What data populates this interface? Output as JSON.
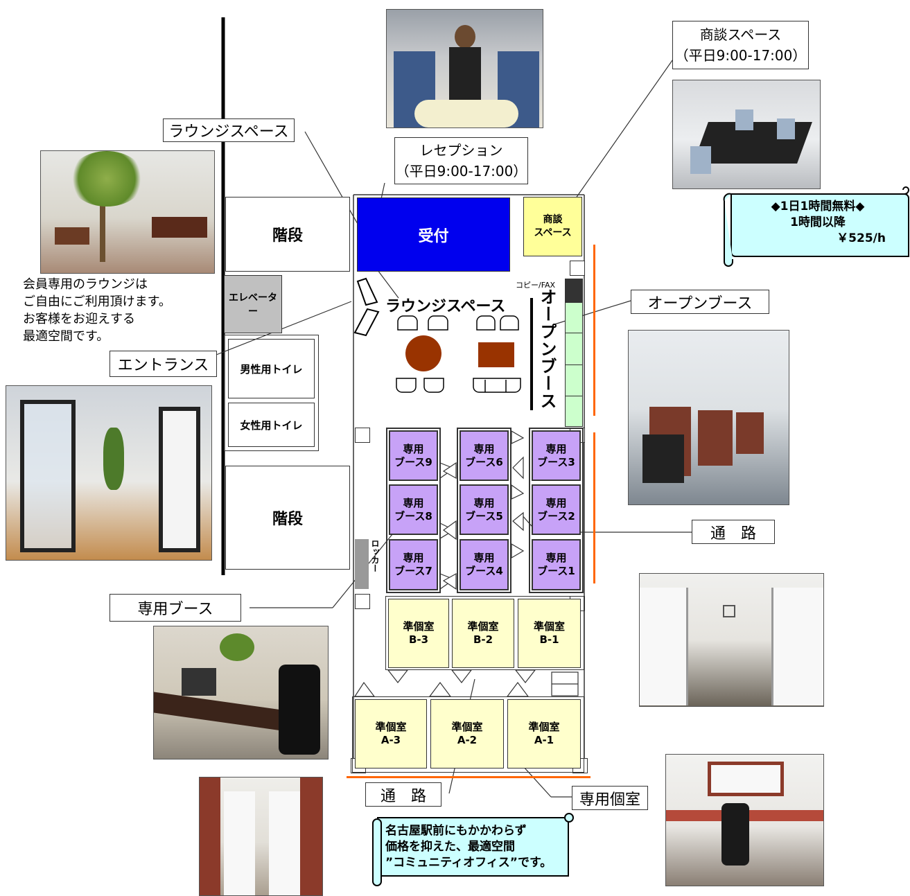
{
  "labels": {
    "lounge_callout": "ラウンジスペース",
    "reception": "レセプション",
    "reception_hours": "（平日9:00-17:00）",
    "meeting_space": "商談スペース",
    "meeting_hours": "（平日9:00-17:00）",
    "open_booth_callout": "オープンブース",
    "entrance": "エントランス",
    "dedicated_booth": "専用ブース",
    "corridor_right": "通　路",
    "corridor_bottom": "通　路",
    "private_room": "専用個室"
  },
  "lounge_desc": "会員専用のラウンジは\nご自由にご利用頂けます。\nお客様をお迎えする\n最適空間です。",
  "price_scroll": {
    "line1": "◆1日1時間無料◆",
    "line2": "1時間以降",
    "line3": "￥525/h"
  },
  "bottom_scroll": {
    "line1": "名古屋駅前にもかかわらず",
    "line2": "価格を抑えた、最適空間",
    "line3": "”コミュニティオフィス”です。"
  },
  "floor": {
    "stairs_top": "階段",
    "stairs_bottom": "階段",
    "elevator": "エレベーター",
    "mens_toilet": "男性用トイレ",
    "womens_toilet": "女性用トイレ",
    "reception_desk": "受付",
    "meeting_space": "商談\nスペース",
    "copy_fax": "コピー/FAX",
    "lounge_space": "ラウンジスペース",
    "open_booth_vertical": "オープンブース",
    "locker": "ロッカー",
    "booths": [
      {
        "id": "9",
        "label": "専用\nブース9"
      },
      {
        "id": "6",
        "label": "専用\nブース6"
      },
      {
        "id": "3",
        "label": "専用\nブース3"
      },
      {
        "id": "8",
        "label": "専用\nブース8"
      },
      {
        "id": "5",
        "label": "専用\nブース5"
      },
      {
        "id": "2",
        "label": "専用\nブース2"
      },
      {
        "id": "7",
        "label": "専用\nブース7"
      },
      {
        "id": "4",
        "label": "専用\nブース4"
      },
      {
        "id": "1",
        "label": "専用\nブース1"
      }
    ],
    "semi_private_b": [
      {
        "id": "B-3",
        "label": "準個室\nB-3"
      },
      {
        "id": "B-2",
        "label": "準個室\nB-2"
      },
      {
        "id": "B-1",
        "label": "準個室\nB-1"
      }
    ],
    "semi_private_a": [
      {
        "id": "A-3",
        "label": "準個室\nA-3"
      },
      {
        "id": "A-2",
        "label": "準個室\nA-2"
      },
      {
        "id": "A-1",
        "label": "準個室\nA-1"
      }
    ]
  },
  "colors": {
    "reception": "#0000ee",
    "meeting": "#ffff99",
    "booth": "#c7a2f7",
    "semi_private": "#ffffcc",
    "open_booth": "#ccffcc",
    "accent_line": "#ff6600",
    "elevator": "#c0c0c0",
    "scroll_fill": "#ccffff",
    "table": "#993300"
  }
}
